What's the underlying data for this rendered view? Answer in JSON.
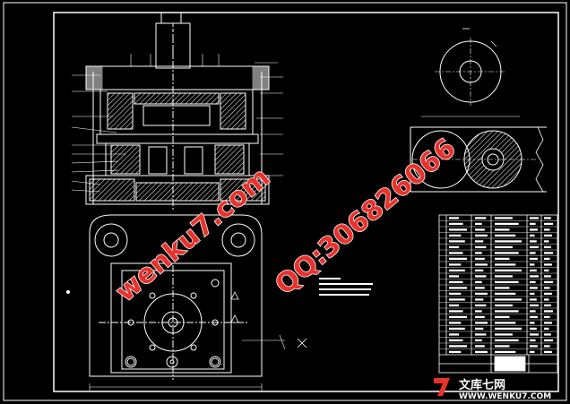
{
  "drawing": {
    "title": "",
    "background_color": "#000000",
    "line_color": "#ffffff",
    "callout_count_left": 14,
    "bom_rows": 24
  },
  "watermarks": {
    "brand_text": "wenku7.com",
    "qq_text": "QQ:306826066",
    "color": "#e8322c"
  },
  "logo": {
    "site_name": "文库七网",
    "site_url": "WWW.WENKU7.COM",
    "mark_color": "#e8322c"
  }
}
